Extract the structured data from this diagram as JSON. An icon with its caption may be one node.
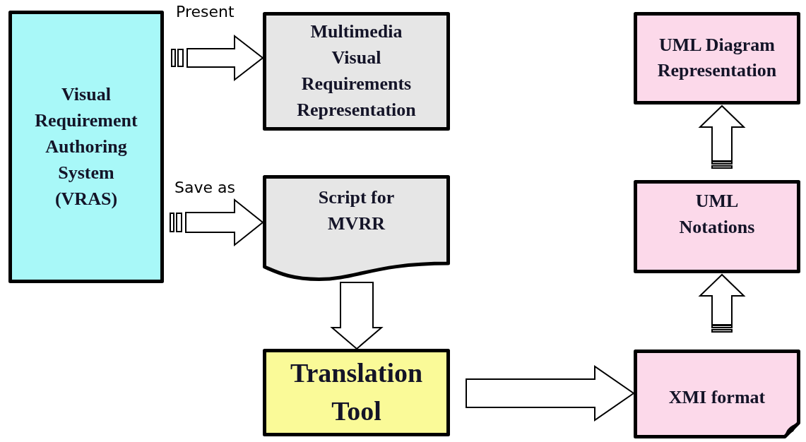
{
  "diagram": {
    "nodes": [
      {
        "text": [
          "Visual Requirement Authoring System (VRAS)"
        ]
      },
      {
        "text": [
          "Multimedia Visual Requirements Representation"
        ]
      },
      {
        "text": [
          "Script for MVRR"
        ]
      },
      {
        "text": [
          "Translation Tool"
        ]
      },
      {
        "text": [
          "UML Diagram Representation"
        ]
      },
      {
        "text": [
          "UML Notations"
        ]
      },
      {
        "text": [
          "XMI format"
        ]
      }
    ],
    "edges": [
      {
        "from": 0,
        "to": 1,
        "arrow": "to",
        "label": "Present"
      },
      {
        "from": 0,
        "to": 2,
        "arrow": "to",
        "label": "Save as"
      },
      {
        "from": 2,
        "to": 3,
        "arrow": "to"
      },
      {
        "from": 3,
        "to": 6,
        "arrow": "to"
      },
      {
        "from": 6,
        "to": 5,
        "arrow": "to"
      },
      {
        "from": 5,
        "to": 4,
        "arrow": "to"
      }
    ]
  }
}
